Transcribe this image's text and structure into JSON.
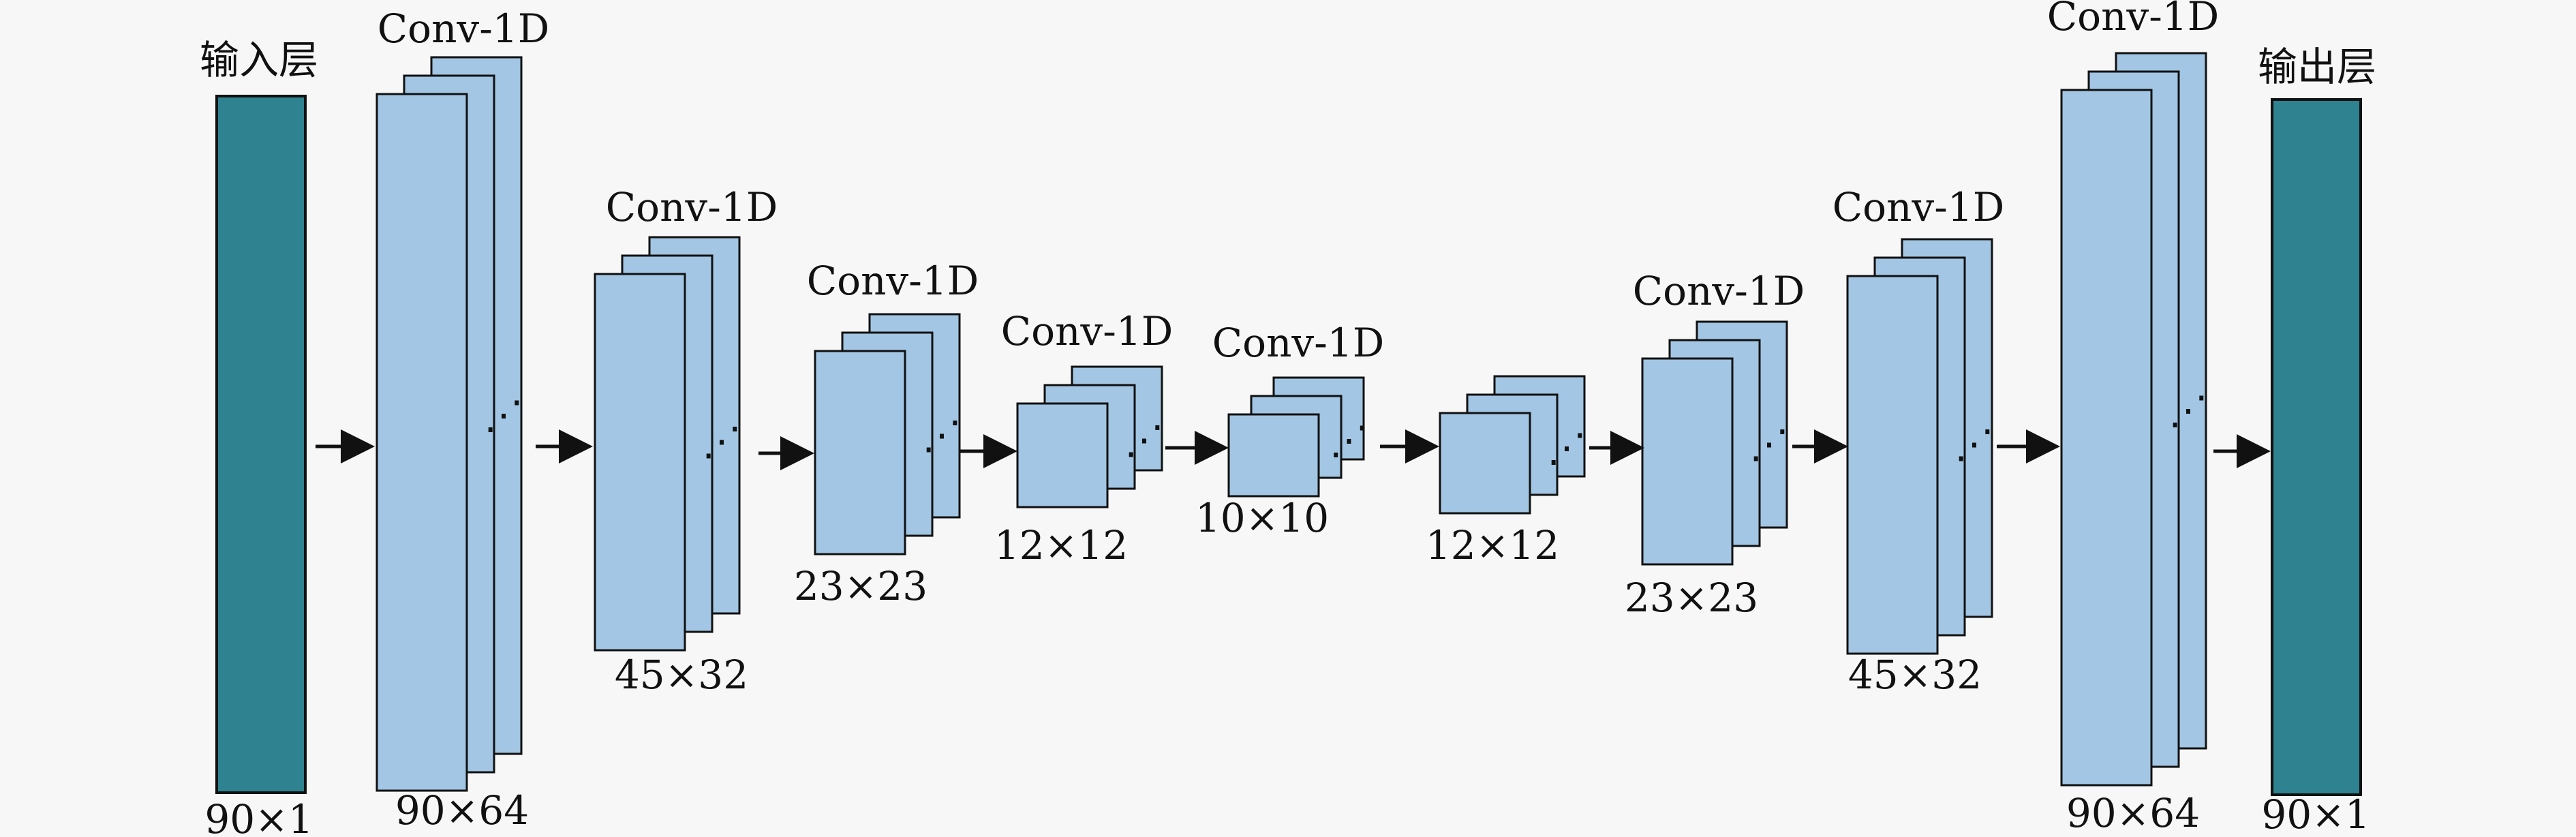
{
  "colors": {
    "io": "#2f8290",
    "conv": "#a2c6e4",
    "stroke": "#111111",
    "arrow": "#111111",
    "background": "#f7f7f7"
  },
  "layers": [
    {
      "id": "input",
      "kind": "io",
      "title": "输入层",
      "dims": "90×1"
    },
    {
      "id": "conv1",
      "kind": "conv",
      "title": "Conv-1D",
      "dims": "90×64"
    },
    {
      "id": "conv2",
      "kind": "conv",
      "title": "Conv-1D",
      "dims": "45×32"
    },
    {
      "id": "conv3",
      "kind": "conv",
      "title": "Conv-1D",
      "dims": "23×23"
    },
    {
      "id": "conv4",
      "kind": "conv",
      "title": "Conv-1D",
      "dims": "12×12"
    },
    {
      "id": "conv5",
      "kind": "conv",
      "title": "Conv-1D",
      "dims": "10×10"
    },
    {
      "id": "conv6",
      "kind": "conv",
      "title": "",
      "dims": "12×12"
    },
    {
      "id": "conv7",
      "kind": "conv",
      "title": "Conv-1D",
      "dims": "23×23"
    },
    {
      "id": "conv8",
      "kind": "conv",
      "title": "Conv-1D",
      "dims": "45×32"
    },
    {
      "id": "conv9",
      "kind": "conv",
      "title": "Conv-1D",
      "dims": "90×64"
    },
    {
      "id": "output",
      "kind": "io",
      "title": "输出层",
      "dims": "90×1"
    }
  ],
  "arrow_count": 10,
  "stack_depth": 3,
  "ellipsis_glyph": "⋰"
}
